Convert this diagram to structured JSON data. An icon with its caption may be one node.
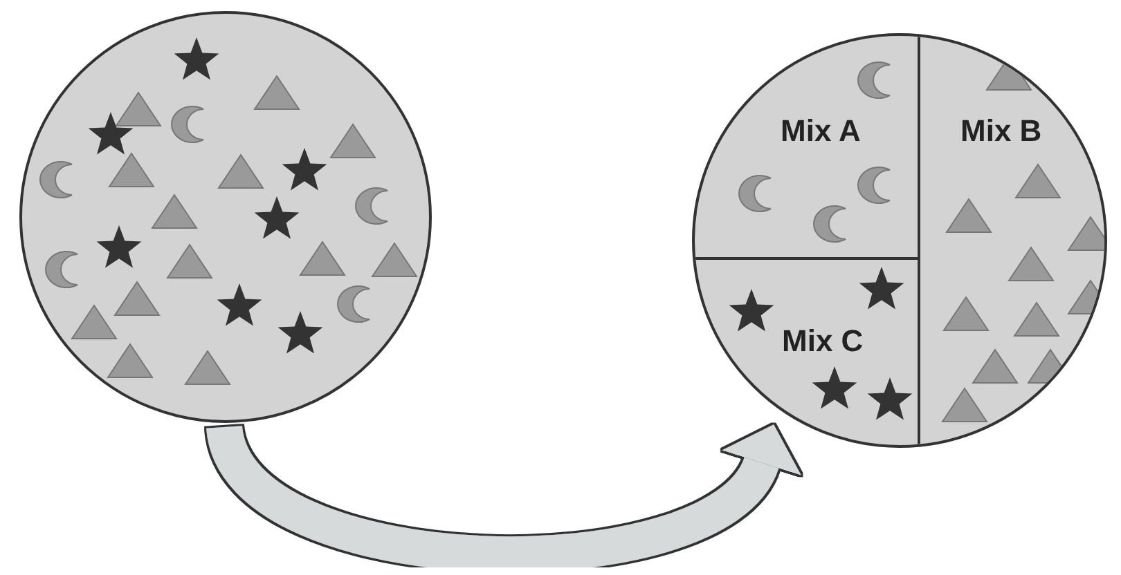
{
  "diagram": {
    "nodes": [
      {
        "text": [],
        "shape": "circle"
      },
      {
        "text": [],
        "shape": "circle"
      },
      {
        "text": [
          "Mix A"
        ],
        "in": 1
      },
      {
        "text": [
          "Mix B"
        ],
        "in": 1
      },
      {
        "text": [
          "Mix C"
        ],
        "in": 1
      }
    ],
    "edges": [
      {
        "from": 0,
        "to": 1,
        "arrow": "to"
      }
    ]
  }
}
